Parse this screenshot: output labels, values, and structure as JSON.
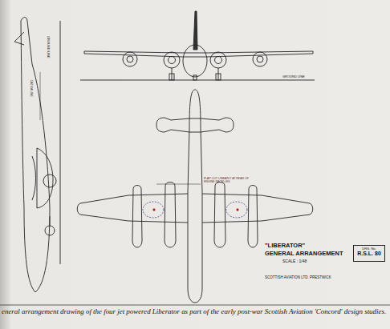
{
  "diagram": {
    "caption": "eneral arrangement drawing of the four jet powered Liberator as part of the early post-war Scottish Aviation 'Concord' design studies.",
    "nodes": [
      {
        "text": [
          "DRG. No.",
          "R.S.L. 80"
        ]
      }
    ],
    "labels": [
      "\"LIBERATOR\"",
      "GENERAL ARRANGEMENT",
      "SCALE : 1/48",
      "SCOTTISH AVIATION LTD. PRESTWICK",
      "GROUND LINE",
      "GROUND LINE",
      "FLAP CUT LINEARLY AT REAR OF ENGINE NACELLES",
      "DATUM LINE"
    ]
  }
}
